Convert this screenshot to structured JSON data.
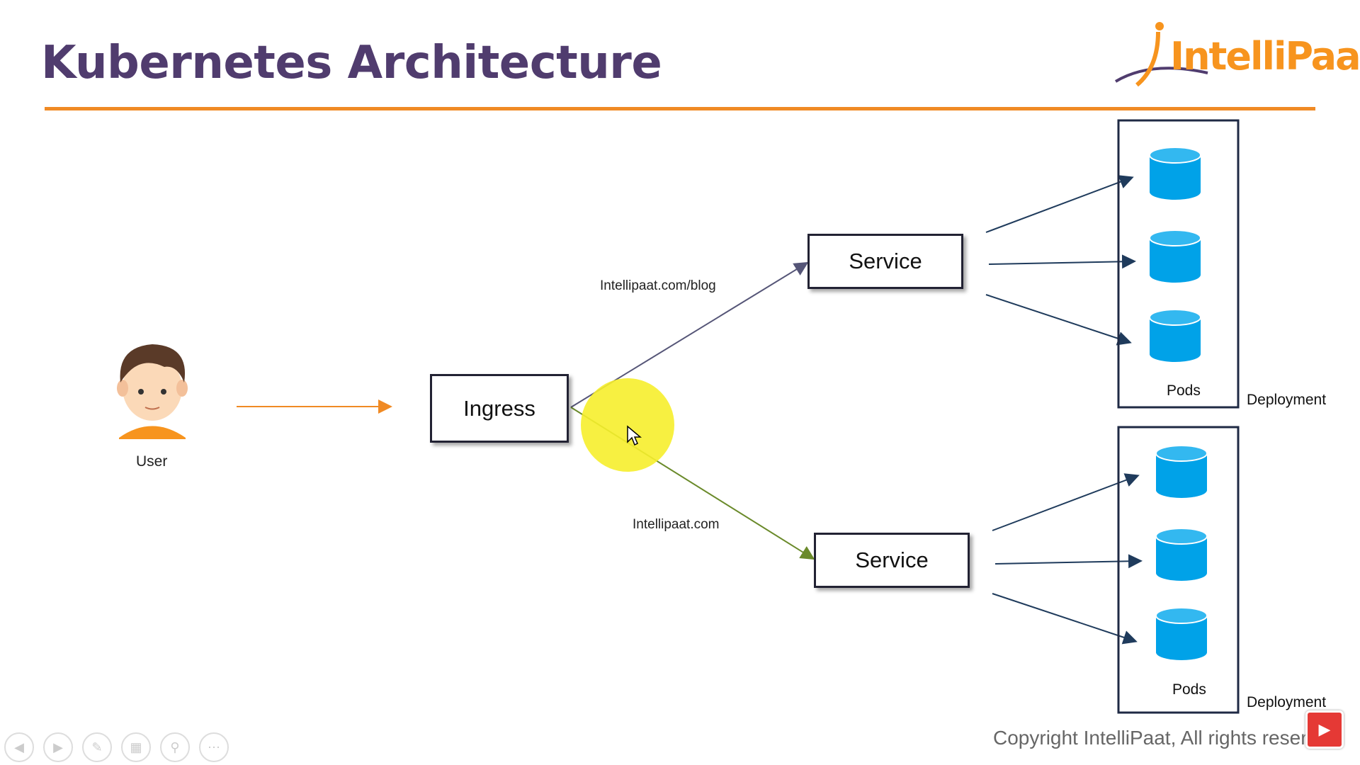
{
  "title": "Kubernetes Architecture",
  "logo": {
    "text": "IntelliPaat"
  },
  "nodes": {
    "user_label": "User",
    "ingress": "Ingress",
    "service_top": "Service",
    "service_bottom": "Service",
    "route_top": "Intellipaat.com/blog",
    "route_bottom": "Intellipaat.com",
    "pods_top": "Pods",
    "pods_bottom": "Pods",
    "deployment_top": "Deployment",
    "deployment_bottom": "Deployment"
  },
  "footer": {
    "copyright": "Copyright IntelliPaat, All rights reserved"
  },
  "toolbar_icons": [
    "prev-icon",
    "next-icon",
    "pen-icon",
    "slides-icon",
    "zoom-icon",
    "more-icon"
  ],
  "colors": {
    "title": "#503c6e",
    "accent": "#f08a24",
    "pod": "#00a2e8",
    "arrow": "#1f3b5c"
  }
}
